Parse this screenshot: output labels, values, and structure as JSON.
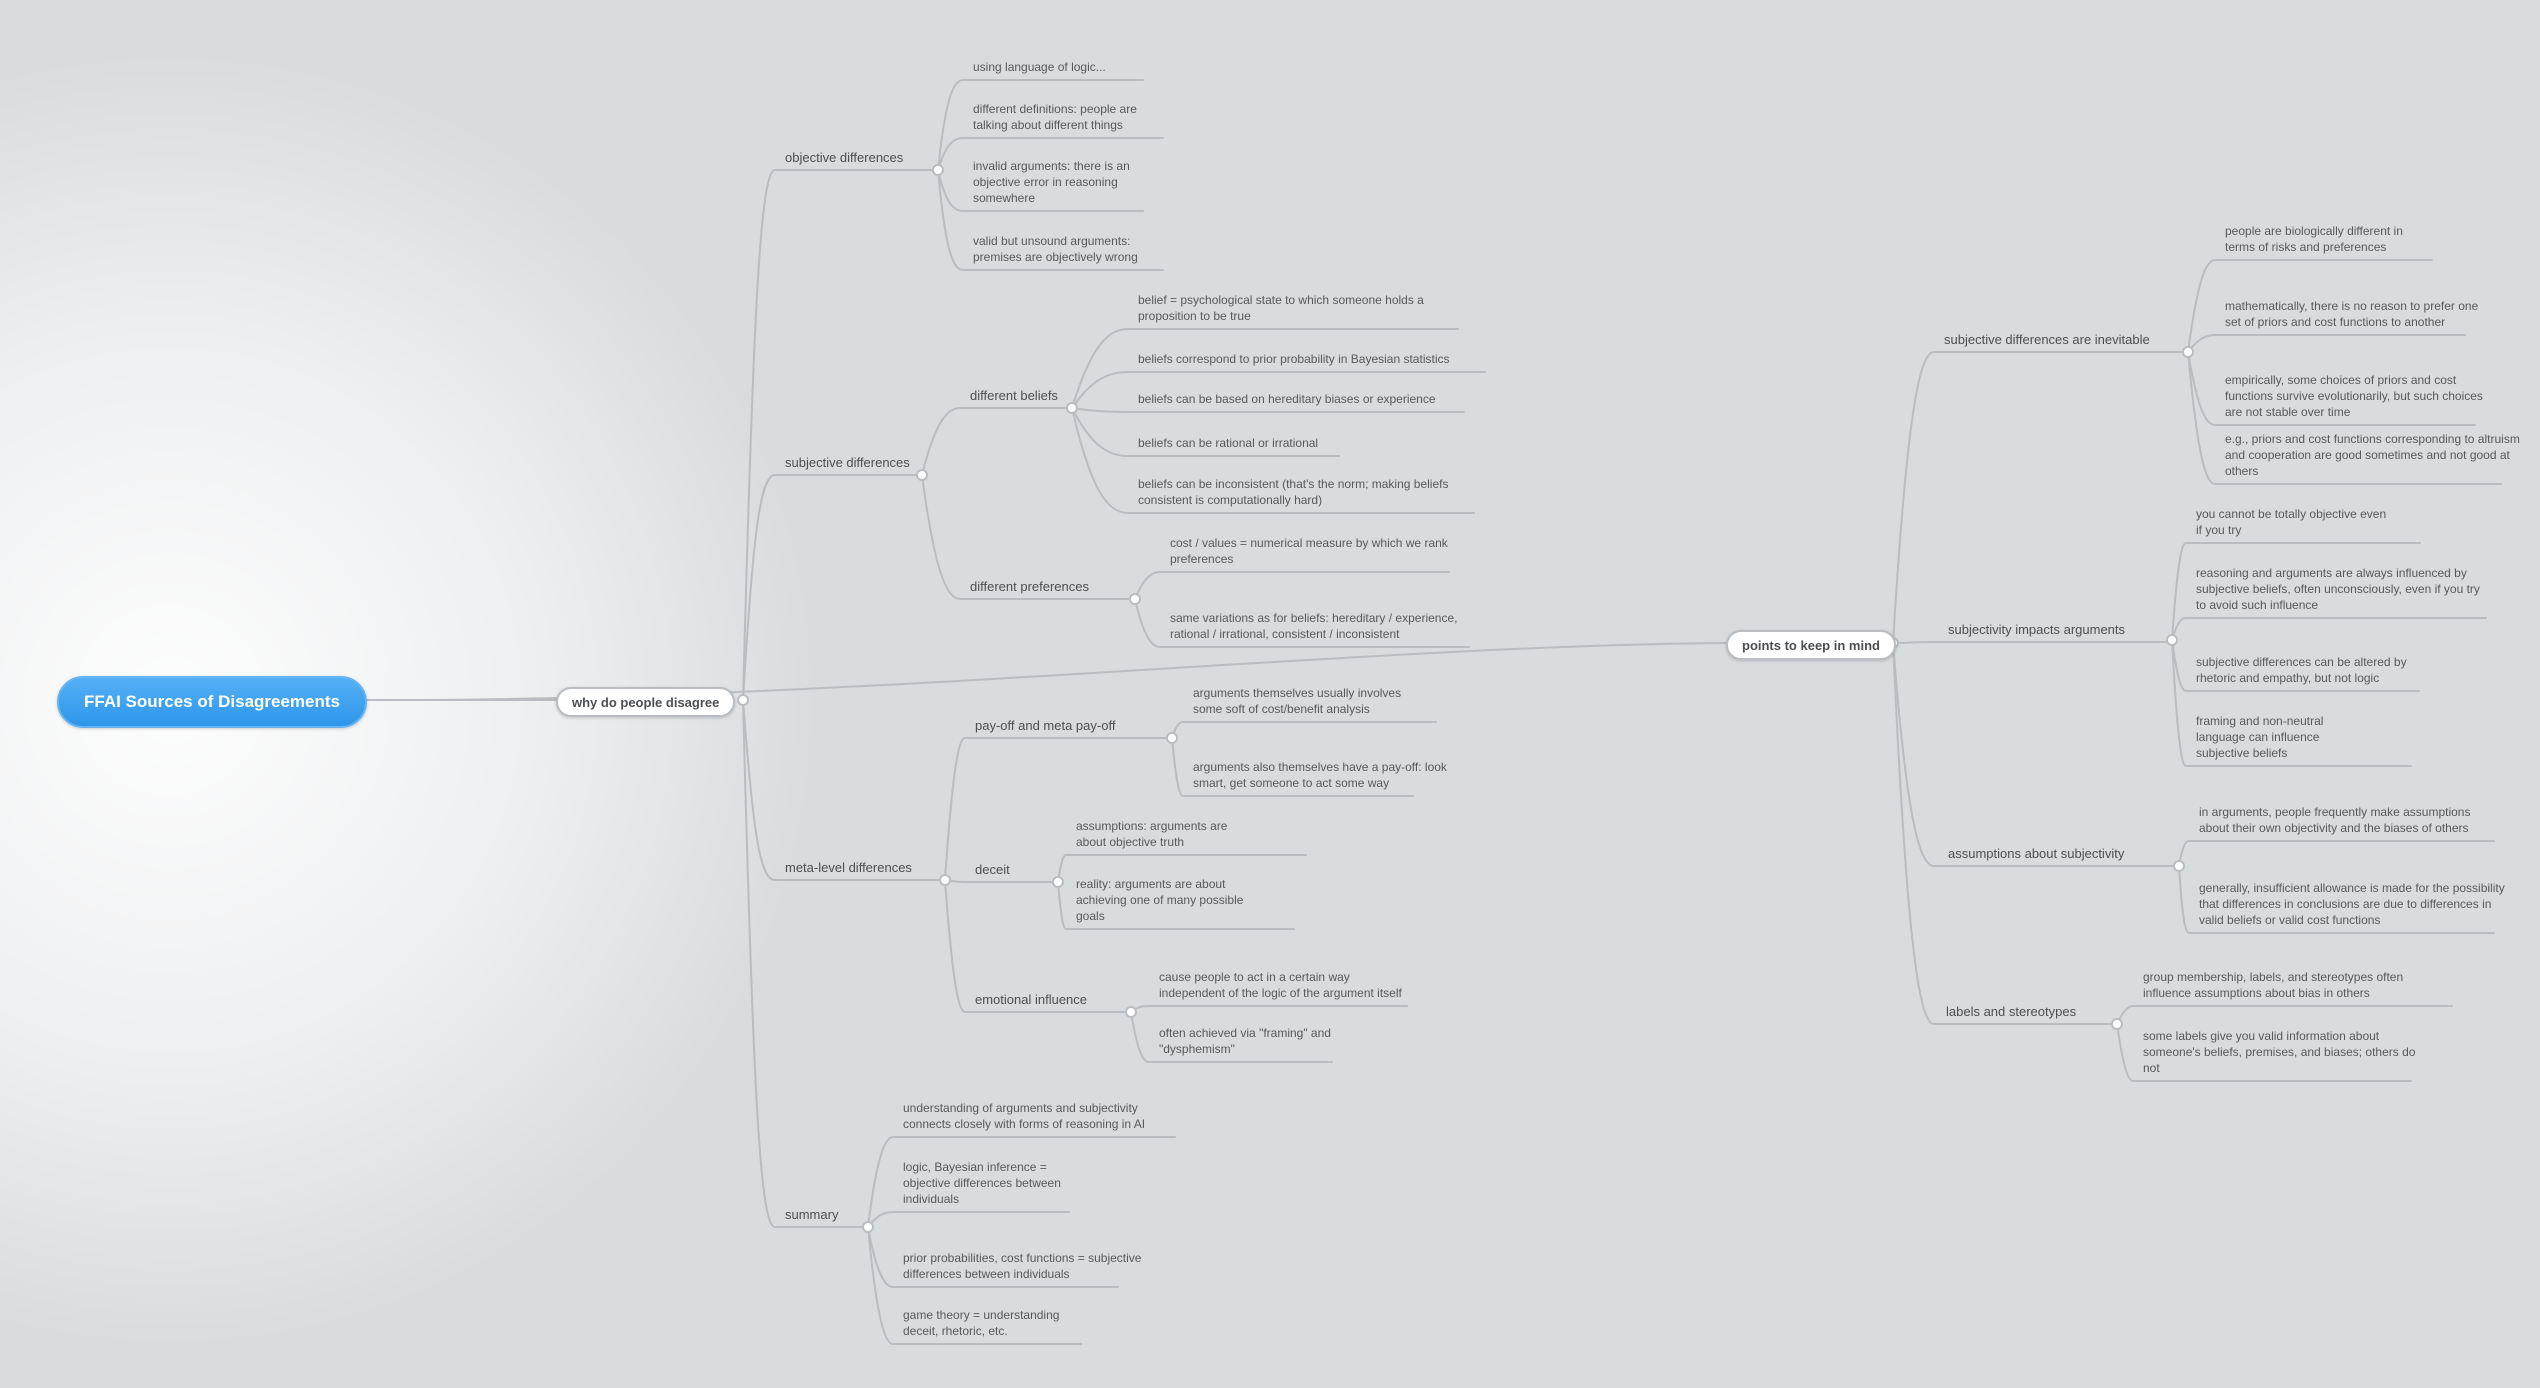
{
  "colors": {
    "accent_blue": "#3b9ef0",
    "line_gray": "#b9bdc1",
    "text_gray": "#56595c",
    "background": "#d9dcdf"
  },
  "map": {
    "root": "FFAI Sources of Disagreements",
    "branches": [
      {
        "label": "why do people disagree",
        "nodes": [
          {
            "label": "objective differences",
            "leaves": [
              "using language of logic...",
              "different definitions: people are talking about different things",
              "invalid arguments: there is an objective error in reasoning somewhere",
              "valid but unsound arguments: premises are objectively wrong"
            ]
          },
          {
            "label": "subjective differences",
            "nodes": [
              {
                "label": "different beliefs",
                "leaves": [
                  "belief = psychological state to which someone holds a proposition to be true",
                  "beliefs correspond to prior probability in Bayesian statistics",
                  "beliefs can be based on hereditary biases or experience",
                  "beliefs can be rational or irrational",
                  "beliefs can be inconsistent (that's the norm; making beliefs consistent is computationally hard)"
                ]
              },
              {
                "label": "different preferences",
                "leaves": [
                  "cost / values = numerical measure by which we rank preferences",
                  "same variations as for beliefs: hereditary / experience, rational / irrational, consistent / inconsistent"
                ]
              }
            ]
          },
          {
            "label": "meta-level differences",
            "nodes": [
              {
                "label": "pay-off and meta pay-off",
                "leaves": [
                  "arguments themselves usually involves some soft of cost/benefit analysis",
                  "arguments also themselves have a pay-off: look smart, get someone to act some way"
                ]
              },
              {
                "label": "deceit",
                "leaves": [
                  "assumptions: arguments are about objective truth",
                  "reality: arguments are about achieving one of many possible goals"
                ]
              },
              {
                "label": "emotional influence",
                "leaves": [
                  "cause people to act in a certain way independent of the logic of the argument itself",
                  "often achieved via \"framing\" and \"dysphemism\""
                ]
              }
            ]
          },
          {
            "label": "summary",
            "leaves": [
              "understanding of arguments and subjectivity connects closely with forms of reasoning in AI",
              "logic, Bayesian inference = objective differences between individuals",
              "prior probabilities, cost functions = subjective differences between individuals",
              "game theory = understanding deceit, rhetoric, etc."
            ]
          }
        ]
      },
      {
        "label": "points to keep in mind",
        "nodes": [
          {
            "label": "subjective differences are inevitable",
            "leaves": [
              "people are biologically different in terms of risks and preferences",
              "mathematically, there is no reason to prefer one set of priors and cost functions to another",
              "empirically, some choices of priors and cost functions survive evolutionarily, but such choices are not stable over time",
              "e.g., priors and cost functions corresponding to altruism and cooperation are good sometimes and not good at others"
            ]
          },
          {
            "label": "subjectivity impacts arguments",
            "leaves": [
              "you cannot be totally objective even if you try",
              "reasoning and arguments are always influenced by subjective beliefs, often unconsciously, even if you try to avoid such influence",
              "subjective differences can be altered by rhetoric and empathy, but not logic",
              "framing and non-neutral language can influence subjective beliefs"
            ]
          },
          {
            "label": "assumptions about subjectivity",
            "leaves": [
              "in arguments, people frequently make assumptions about their own objectivity and the biases of others",
              "generally, insufficient allowance is made for the possibility that differences in conclusions are due to differences in valid beliefs or valid cost functions"
            ]
          },
          {
            "label": "labels and stereotypes",
            "leaves": [
              "group membership, labels, and stereotypes often influence assumptions about bias in others",
              "some labels give you valid information about someone's beliefs, premises, and biases; others do not"
            ]
          }
        ]
      }
    ]
  }
}
